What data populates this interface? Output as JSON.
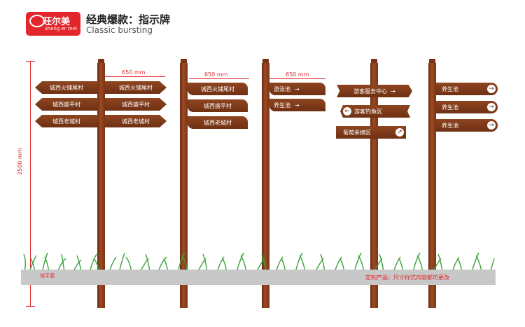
{
  "header": {
    "brand_name": "旺尔美",
    "brand_pinyin": "sheng er mei",
    "title_cn": "经典爆款：指示牌",
    "title_en": "Classic bursting"
  },
  "dimensions": {
    "height_label": "2500 mm",
    "width_label_1": "650 mm",
    "width_label_2": "650 mm",
    "width_label_3": "650 mm"
  },
  "ground_label": "地平面",
  "note": "定制产品：尺寸样式内容都可更改",
  "colors": {
    "accent": "#e3262b",
    "wood": "#7a3316",
    "grass": "#3aa23a",
    "ground": "#c8c8c8"
  },
  "post1": {
    "left": [
      "城西火铺尾村",
      "城西盛平村",
      "城西老城村"
    ],
    "right": [
      "城西火铺尾村",
      "城西盛平村",
      "城西老城村"
    ]
  },
  "post2": [
    "城西火铺尾村",
    "城西盛平村",
    "城西老城村"
  ],
  "post3": [
    "游泳池",
    "养生池"
  ],
  "post4": [
    "游客服务中心",
    "游客钓鱼区",
    "葡萄采摘区"
  ],
  "post5": [
    "养生池",
    "养生池",
    "养生池"
  ]
}
